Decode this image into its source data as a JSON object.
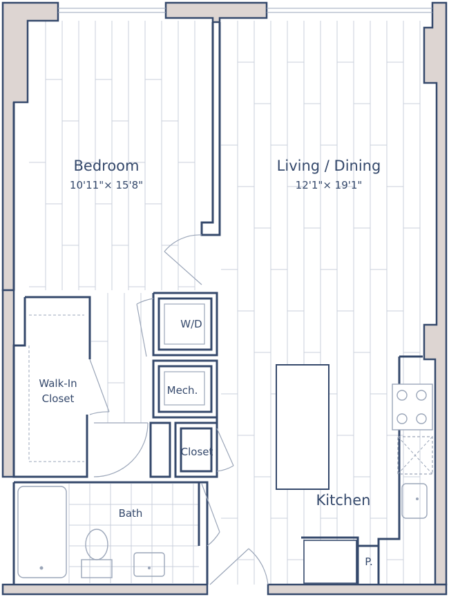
{
  "colors": {
    "wall": "#34486b",
    "wall_fill": "#ddd5d2",
    "floor_line": "#c8cfdb",
    "fixture": "#9aa5b8",
    "label": "#34486b",
    "background": "#ffffff"
  },
  "rooms": {
    "bedroom": {
      "name": "Bedroom",
      "dims": "10'11\"× 15'8\""
    },
    "living": {
      "name": "Living / Dining",
      "dims": "12'1\"× 19'1\""
    },
    "wd": {
      "name": "W/D"
    },
    "walkin": {
      "line1": "Walk-In",
      "line2": "Closet"
    },
    "mech": {
      "name": "Mech."
    },
    "closet": {
      "name": "Closet"
    },
    "bath": {
      "name": "Bath"
    },
    "kitchen": {
      "name": "Kitchen"
    },
    "pantry": {
      "name": "P."
    }
  }
}
